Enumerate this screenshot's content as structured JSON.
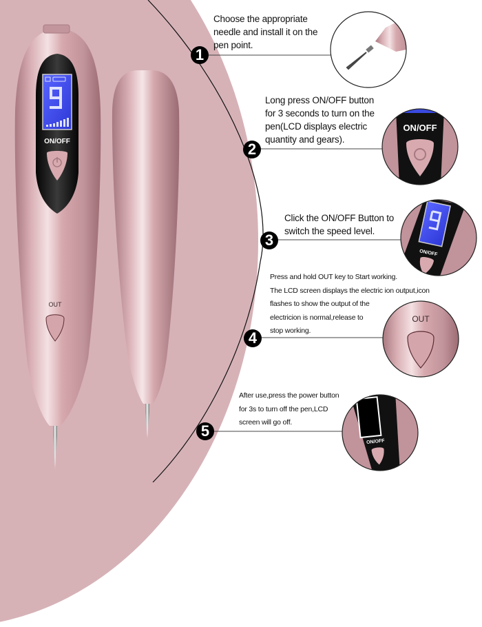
{
  "colors": {
    "background_disc": "#d6b2b7",
    "pen_body": "#c99aa0",
    "pen_highlight": "#f2dde0",
    "lcd_blue": "#3d4df0",
    "lcd_text": "#dfe3ff",
    "panel_black": "#111111",
    "number_badge": "#000000"
  },
  "product": {
    "lcd_digit": "9",
    "power_label": "ON/OFF",
    "out_label": "OUT"
  },
  "steps": [
    {
      "number": "1",
      "text": "Choose the appropriate needle and install it on the pen point.",
      "detail": "needle-tip-closeup"
    },
    {
      "number": "2",
      "text": "Long press ON/OFF button for 3 seconds to turn on the pen(LCD displays electric quantity and gears).",
      "detail": "power-button-closeup",
      "detail_label": "ON/OFF"
    },
    {
      "number": "3",
      "text": "Click the ON/OFF Button to switch the speed level.",
      "detail": "lcd-speed-closeup",
      "detail_label": "ON/OFF",
      "detail_digit": "9"
    },
    {
      "number": "4",
      "text": "Press and hold OUT key to Start working. The LCD screen displays the electric ion output,icon flashes to show the output of the electricion is normal,release to stop working.",
      "detail": "out-button-closeup",
      "detail_label": "OUT"
    },
    {
      "number": "5",
      "text": "After use,press the power button for 3s to turn off the pen,LCD screen will go off.",
      "detail": "lcd-off-closeup",
      "detail_label": "ON/OFF"
    }
  ],
  "step_lines": {
    "1": [
      "Choose the appropriate",
      "needle and install it on the",
      "pen point."
    ],
    "2": [
      "Long press ON/OFF button",
      "for 3 seconds to turn on the",
      "pen(LCD displays electric",
      "quantity and gears)."
    ],
    "3": [
      "Click the ON/OFF Button to",
      "switch the speed level."
    ],
    "4": [
      "Press and hold OUT key to Start working.",
      "The LCD screen displays the electric ion output,icon",
      "flashes to show the output of the",
      "electricion is normal,release to",
      "stop working."
    ],
    "5": [
      "After use,press the power button",
      "for 3s to turn off the pen,LCD",
      "screen will go off."
    ]
  }
}
